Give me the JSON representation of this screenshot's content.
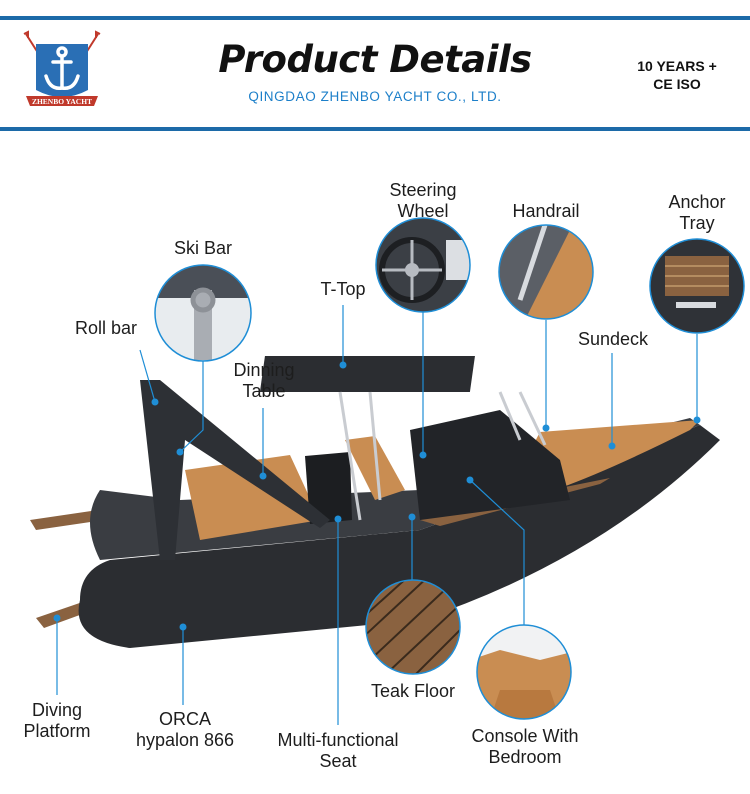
{
  "header": {
    "title": "Product Details",
    "company": "QINGDAO ZHENBO YACHT CO., LTD.",
    "certification": [
      "10 YEARS +",
      "CE ISO"
    ],
    "logo": {
      "icon": "anchor-icon",
      "text": "ZHENBO YACHT"
    }
  },
  "colors": {
    "accent": "#1c6aa8",
    "subtitle": "#1c7fc9",
    "callout_line": "#1f8ed6",
    "hull": "#2b2d31",
    "leather": "#c98d52",
    "teak": "#8a6240"
  },
  "labels": {
    "ski_bar": "Ski Bar",
    "steering_wheel": [
      "Steering",
      "Wheel"
    ],
    "handrail": "Handrail",
    "anchor_tray": [
      "Anchor",
      "Tray"
    ],
    "roll_bar": "Roll bar",
    "t_top": "T-Top",
    "dining_table": [
      "Dinning",
      "Table"
    ],
    "sundeck": "Sundeck",
    "diving_platform": [
      "Diving",
      "Platform"
    ],
    "orca": [
      "ORCA",
      "hypalon 866"
    ],
    "seat": [
      "Multi-functional",
      "Seat"
    ],
    "teak_floor": "Teak Floor",
    "console": [
      "Console With",
      "Bedroom"
    ]
  }
}
